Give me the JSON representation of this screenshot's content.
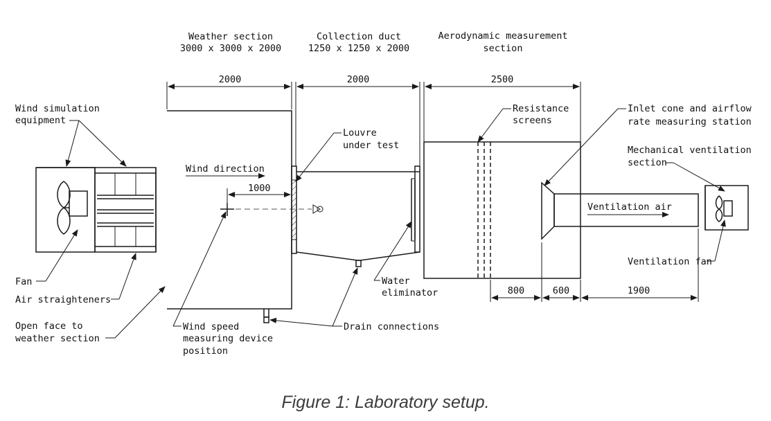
{
  "sections": {
    "weather": {
      "title": "Weather section",
      "size": "3000 x 3000 x 2000",
      "dim": "2000"
    },
    "collection": {
      "title": "Collection duct",
      "size": "1250 x 1250 x 2000",
      "dim": "2000"
    },
    "aero": {
      "title_line1": "Aerodynamic measurement",
      "title_line2": "section",
      "dim": "2500"
    }
  },
  "labels": {
    "wind_sim_1": "Wind simulation",
    "wind_sim_2": "equipment",
    "fan": "Fan",
    "air_straighteners": "Air straighteners",
    "open_face_1": "Open face to",
    "open_face_2": "weather section",
    "wind_direction": "Wind direction",
    "dim_1000": "1000",
    "wind_speed_1": "Wind speed",
    "wind_speed_2": "measuring device",
    "wind_speed_3": "position",
    "louvre_1": "Louvre",
    "louvre_2": "under test",
    "water_1": "Water",
    "water_2": "eliminator",
    "drain": "Drain connections",
    "resistance_1": "Resistance",
    "resistance_2": "screens",
    "inlet_1": "Inlet cone and airflow",
    "inlet_2": "rate measuring station",
    "mech_1": "Mechanical ventilation",
    "mech_2": "section",
    "ventilation_air": "Ventilation air",
    "ventilation_fan": "Ventilation fan",
    "dim_800": "800",
    "dim_600": "600",
    "dim_1900": "1900"
  },
  "caption": "Figure 1: Laboratory setup."
}
